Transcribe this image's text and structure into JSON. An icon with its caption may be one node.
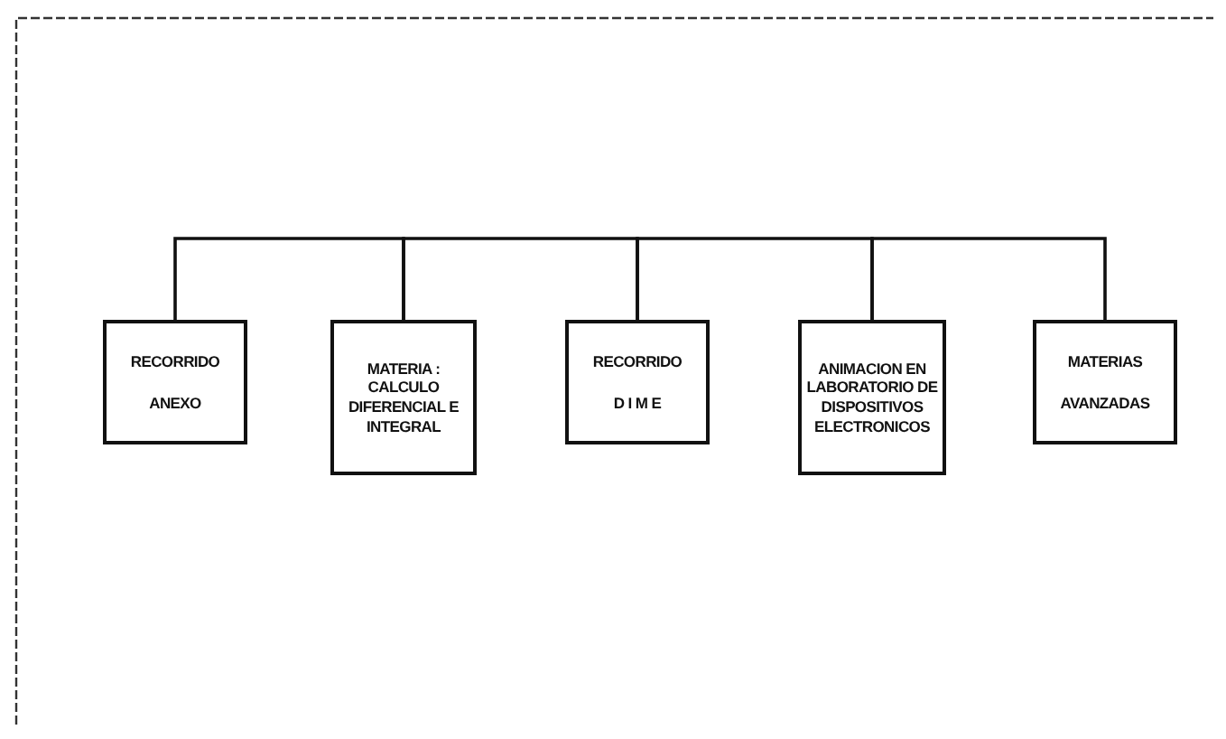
{
  "diagram": {
    "nodes": [
      {
        "text": [
          "RECORRIDO",
          "ANEXO"
        ]
      },
      {
        "text": [
          "MATERIA : CALCULO DIFERENCIAL E INTEGRAL"
        ]
      },
      {
        "text": [
          "RECORRIDO",
          "D I M E"
        ]
      },
      {
        "text": [
          "ANIMACION EN LABORATORIO DE DISPOSITIVOS ELECTRONICOS"
        ]
      },
      {
        "text": [
          "MATERIAS",
          "AVANZADAS"
        ]
      }
    ],
    "edges": [
      {
        "from": 0,
        "to": 1,
        "arrow": "none"
      },
      {
        "from": 1,
        "to": 2,
        "arrow": "none"
      },
      {
        "from": 2,
        "to": 3,
        "arrow": "none"
      },
      {
        "from": 3,
        "to": 4,
        "arrow": "none"
      }
    ]
  }
}
